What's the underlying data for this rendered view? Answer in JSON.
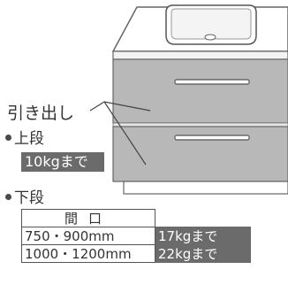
{
  "drawer_label": "引き出し",
  "upper": {
    "label": "上段",
    "capacity": "10kgまで"
  },
  "lower": {
    "label": "下段",
    "table": {
      "header": "間口",
      "rows": [
        {
          "width": "750・900mm",
          "capacity": "17kgまで"
        },
        {
          "width": "1000・1200mm",
          "capacity": "22kgまで"
        }
      ]
    }
  },
  "colors": {
    "cabinet_front": "#b8b8b8",
    "badge_bg": "#6b6b6b",
    "text": "#333333"
  }
}
